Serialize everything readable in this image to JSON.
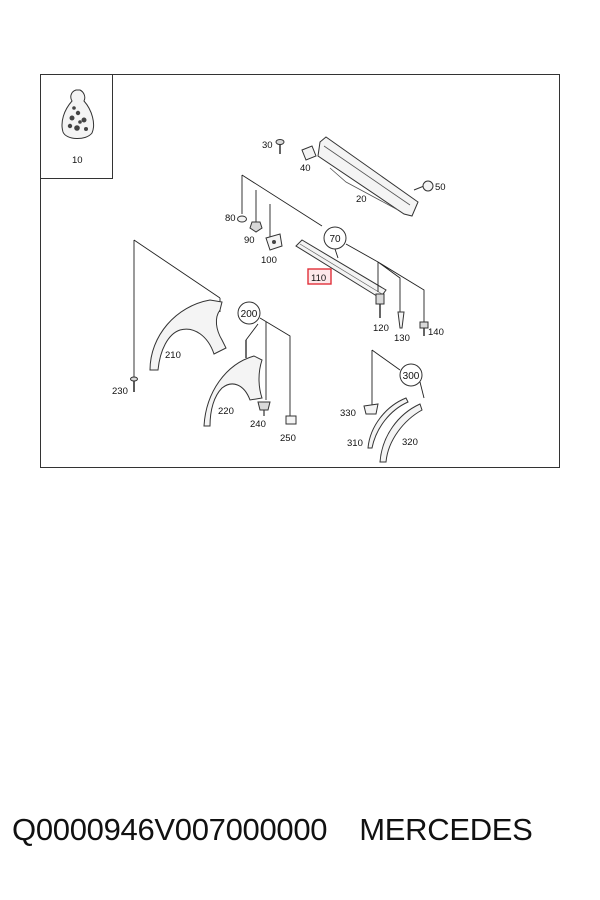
{
  "callouts": {
    "c10": "10",
    "c20": "20",
    "c30": "30",
    "c40": "40",
    "c50": "50",
    "c70": "70",
    "c80": "80",
    "c90": "90",
    "c100": "100",
    "c110": "110",
    "c120": "120",
    "c130": "130",
    "c140": "140",
    "c200": "200",
    "c210": "210",
    "c220": "220",
    "c230": "230",
    "c240": "240",
    "c250": "250",
    "c300": "300",
    "c310": "310",
    "c320": "320",
    "c330": "330"
  },
  "highlight_color": "#e0303a",
  "caption": {
    "part_code": "Q0000946V007000000",
    "brand": "MERCEDES"
  }
}
